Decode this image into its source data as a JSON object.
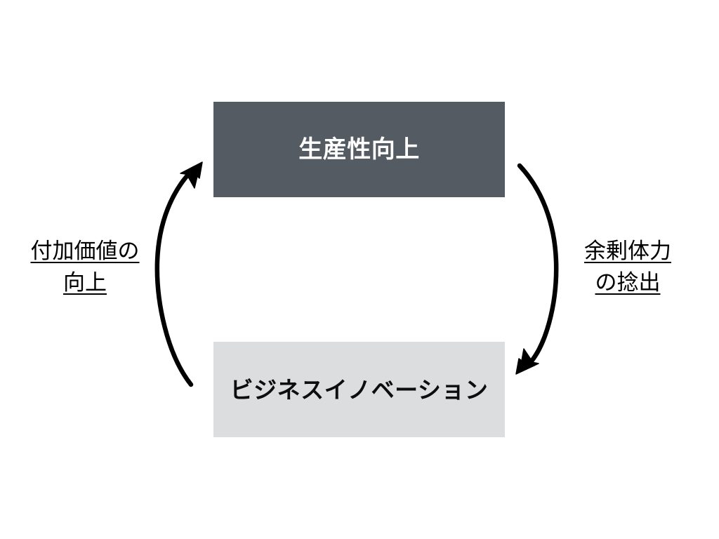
{
  "diagram": {
    "type": "cycle-diagram",
    "background_color": "#ffffff",
    "nodes": [
      {
        "id": "productivity",
        "label": "生産性向上",
        "fill_color": "#555b63",
        "text_color": "#ffffff",
        "position": "top"
      },
      {
        "id": "business-innovation",
        "label": "ビジネスイノベーション",
        "fill_color": "#dcddde",
        "text_color": "#0d0d0d",
        "position": "bottom"
      }
    ],
    "edges": [
      {
        "id": "left-edge",
        "from": "business-innovation",
        "to": "productivity",
        "direction": "upward",
        "color": "#000000",
        "label_line_1": "付加価値の",
        "label_line_2": "向上"
      },
      {
        "id": "right-edge",
        "from": "productivity",
        "to": "business-innovation",
        "direction": "downward",
        "color": "#000000",
        "label_line_1": "余剰体力",
        "label_line_2": "の捻出"
      }
    ]
  }
}
